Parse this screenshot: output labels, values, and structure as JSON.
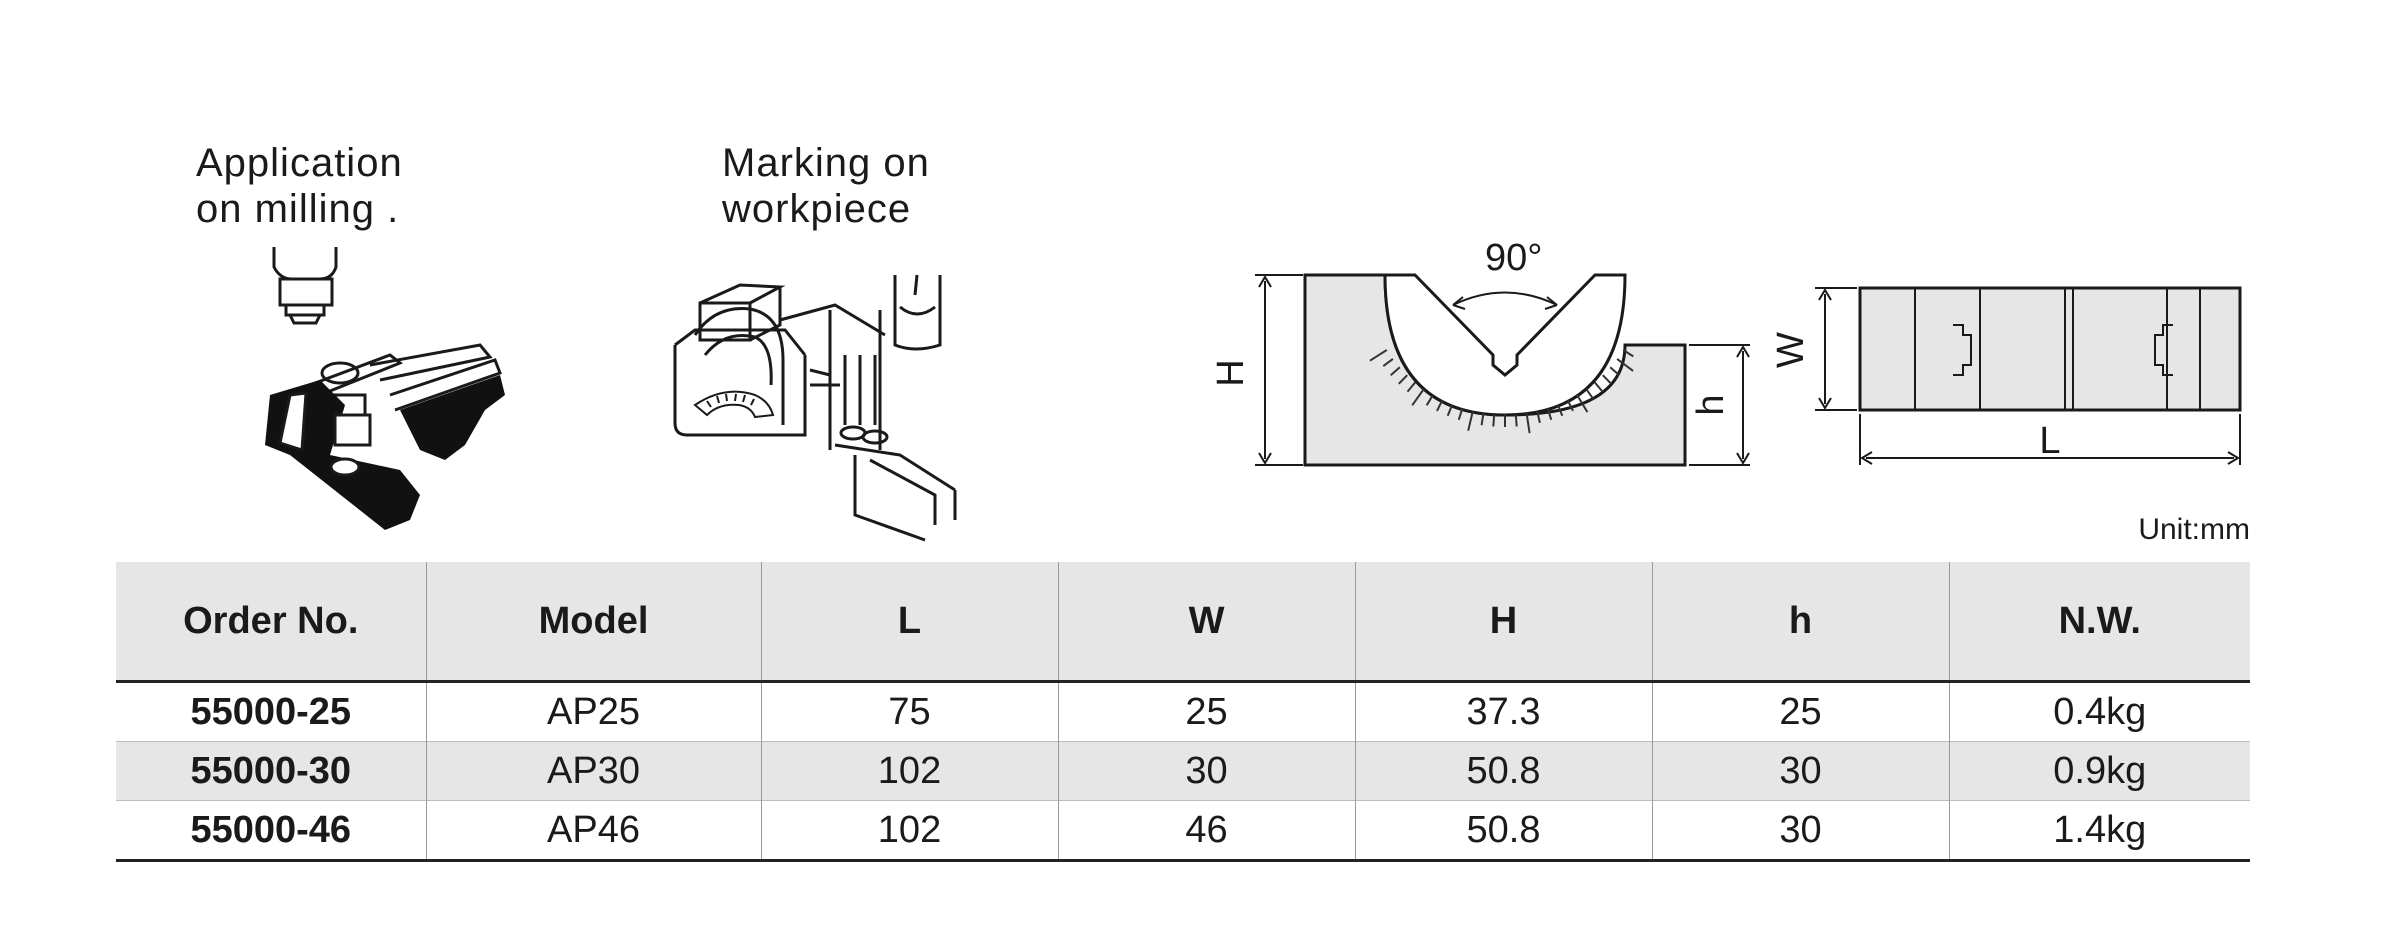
{
  "captions": {
    "milling": "Application\non milling .",
    "marking": "Marking on\nworkpiece"
  },
  "front_view": {
    "angle": "90°",
    "height_major": "H",
    "height_minor": "h"
  },
  "side_view": {
    "width": "W",
    "length": "L"
  },
  "unit": "Unit:mm",
  "table": {
    "headers": [
      "Order No.",
      "Model",
      "L",
      "W",
      "H",
      "h",
      "N.W."
    ],
    "rows": [
      [
        "55000-25",
        "AP25",
        "75",
        "25",
        "37.3",
        "25",
        "0.4kg"
      ],
      [
        "55000-30",
        "AP30",
        "102",
        "30",
        "50.8",
        "30",
        "0.9kg"
      ],
      [
        "55000-46",
        "AP46",
        "102",
        "46",
        "50.8",
        "30",
        "1.4kg"
      ]
    ]
  }
}
